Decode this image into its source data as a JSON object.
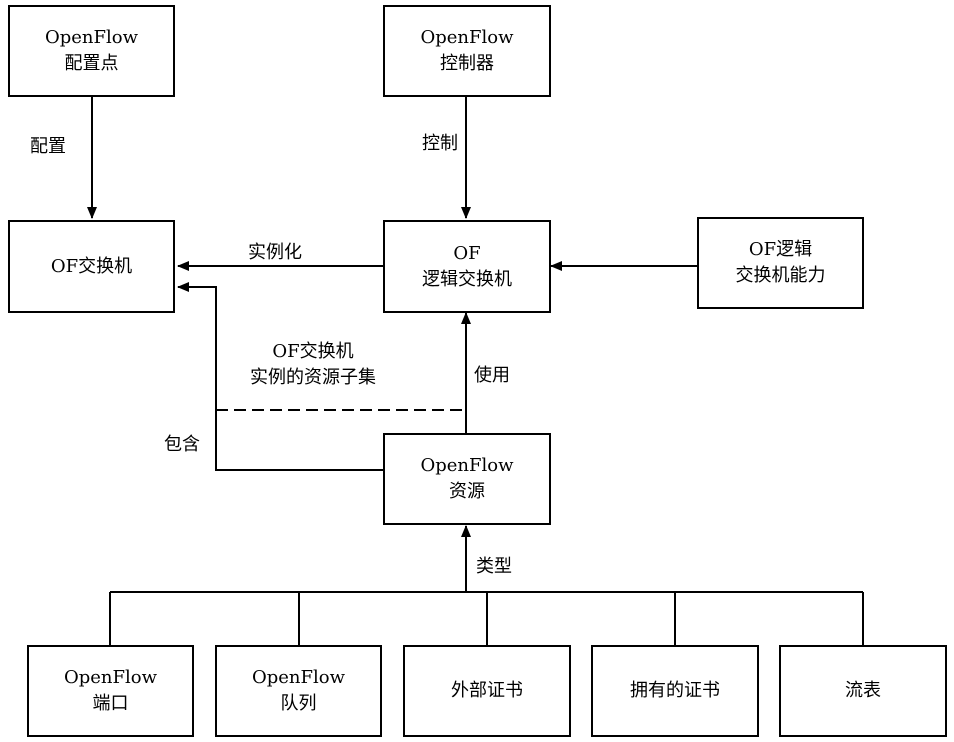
{
  "nodes": {
    "config_point": {
      "line1": "OpenFlow",
      "line2": "配置点"
    },
    "controller": {
      "line1": "OpenFlow",
      "line2": "控制器"
    },
    "of_switch": {
      "line1": "OF交换机"
    },
    "logical_switch": {
      "line1": "OF",
      "line2": "逻辑交换机"
    },
    "capability": {
      "line1": "OF逻辑",
      "line2": "交换机能力"
    },
    "resource": {
      "line1": "OpenFlow",
      "line2": "资源"
    },
    "port": {
      "line1": "OpenFlow",
      "line2": "端口"
    },
    "queue": {
      "line1": "OpenFlow",
      "line2": "队列"
    },
    "ext_cert": {
      "line1": "外部证书"
    },
    "own_cert": {
      "line1": "拥有的证书"
    },
    "flow_table": {
      "line1": "流表"
    }
  },
  "edges": {
    "configure": "配置",
    "control": "控制",
    "instantiate": "实例化",
    "use": "使用",
    "contain": "包含",
    "type": "类型",
    "subset_line1": "OF交换机",
    "subset_line2": "实例的资源子集"
  }
}
